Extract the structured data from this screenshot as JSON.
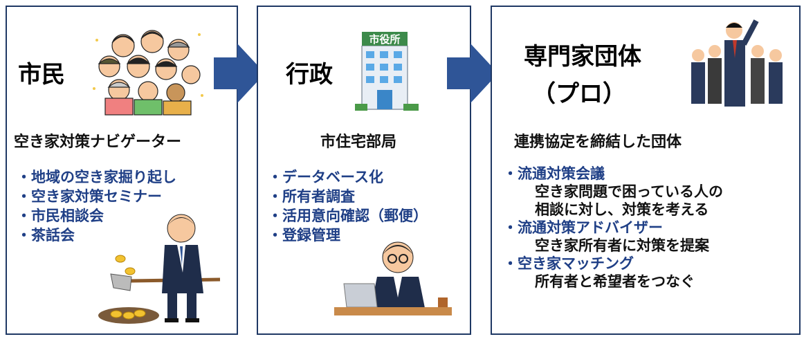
{
  "colors": {
    "border": "#1f3864",
    "arrow": "#2f5597",
    "list_text": "#1f3f86"
  },
  "panels": [
    {
      "title": "市民",
      "subtitle": "空き家対策ナビゲーター",
      "items": [
        "・地域の空き家掘り起し",
        "・空き家対策セミナー",
        "・市民相談会",
        "・茶話会"
      ]
    },
    {
      "title": "行政",
      "building_sign": "市役所",
      "subtitle": "市住宅部局",
      "items": [
        "・データベース化",
        "・所有者調査",
        "・活用意向確認（郵便）",
        "・登録管理"
      ]
    },
    {
      "title_line1": "専門家団体",
      "title_line2": "（プロ）",
      "subtitle": "連携協定を締結した団体",
      "items": [
        {
          "main": "・流通対策会議",
          "desc": [
            "空き家問題で困っている人の",
            "相談に対し、対策を考える"
          ]
        },
        {
          "main": "・流通対策アドバイザー",
          "desc": [
            "空き家所有者に対策を提案"
          ]
        },
        {
          "main": "・空き家マッチング",
          "desc": [
            "所有者と希望者をつなぐ"
          ]
        }
      ]
    }
  ],
  "icons": [
    "crowd-illustration",
    "city-hall-illustration",
    "businessman-digging-illustration",
    "office-worker-laptop-illustration",
    "professionals-group-illustration",
    "arrow-right-icon"
  ]
}
